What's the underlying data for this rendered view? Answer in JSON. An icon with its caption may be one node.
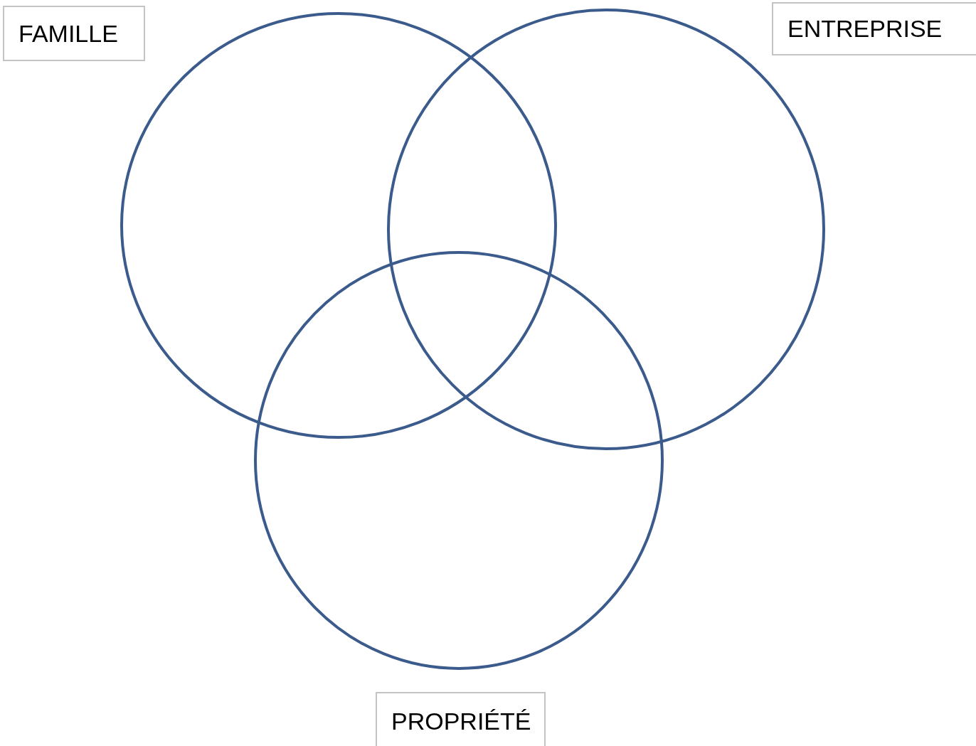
{
  "diagram": {
    "nodes": [
      {
        "text": [
          "FAMILLE"
        ]
      },
      {
        "text": [
          "ENTREPRISE"
        ]
      },
      {
        "text": [],
        "shape": "circle"
      },
      {
        "text": [],
        "shape": "circle"
      },
      {
        "text": [],
        "shape": "circle"
      },
      {
        "text": [
          "PROPRIÉTÉ"
        ]
      }
    ]
  }
}
